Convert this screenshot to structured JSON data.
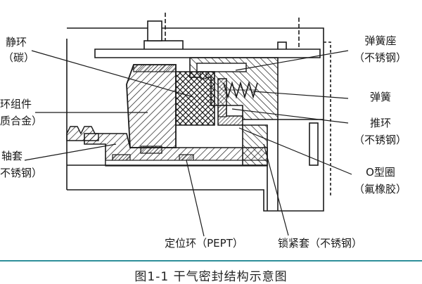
{
  "labels": {
    "static_ring": "静环",
    "static_ring_mat": "（碳）",
    "ring_assembly": "环组件",
    "ring_assembly_mat": "质合金）",
    "sleeve": "轴套",
    "sleeve_mat": "不锈钢）",
    "spring_seat": "弹簧座",
    "spring_seat_mat": "（不锈钢）",
    "spring": "弹簧",
    "push_ring": "推环",
    "push_ring_mat": "（不锈钢）",
    "o_ring": "O型圈",
    "o_ring_mat": "（氟橡胶）",
    "locating_ring": "定位环（PEPT）",
    "lock_sleeve": "锁紧套（不锈钢）"
  },
  "caption": "图1-1  干气密封结构示意图",
  "colors": {
    "line": "#1a1a1a",
    "accent": "#2e8f9a"
  }
}
